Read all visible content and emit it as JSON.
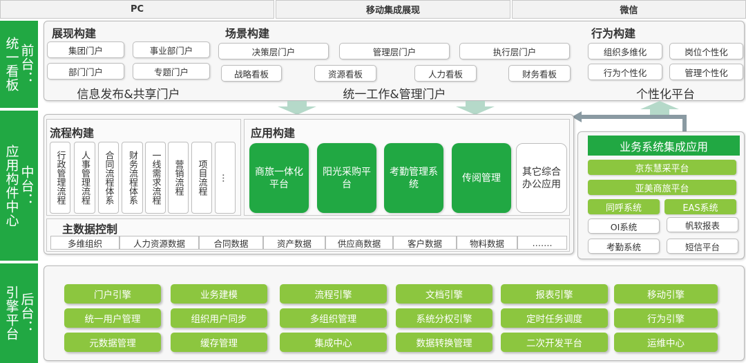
{
  "tabs": [
    "PC",
    "移动集成展现",
    "微信"
  ],
  "side": {
    "front": {
      "line1": "统一看板",
      "line2": "前台："
    },
    "middle": {
      "line1": "应用构件中心",
      "line2": "中台："
    },
    "back": {
      "line1": "引擎平台",
      "line2": "后台："
    }
  },
  "front": {
    "display": {
      "title": "展现构建",
      "items": [
        "集团门户",
        "事业部门户",
        "部门门户",
        "专题门户"
      ],
      "footer": "信息发布&共享门户"
    },
    "scene": {
      "title": "场景构建",
      "row1": [
        "决策层门户",
        "管理层门户",
        "执行层门户"
      ],
      "row2": [
        "战略看板",
        "资源看板",
        "人力看板",
        "财务看板"
      ],
      "footer": "统一工作&管理门户"
    },
    "behavior": {
      "title": "行为构建",
      "items": [
        "组织多维化",
        "岗位个性化",
        "行为个性化",
        "管理个性化"
      ],
      "footer": "个性化平台"
    }
  },
  "middle": {
    "process": {
      "title": "流程构建",
      "items": [
        "行政管理流程",
        "人事管理流程",
        "合同流程体系",
        "财务流程体系",
        "一线需求流程",
        "营销流程",
        "项目流程",
        "…"
      ]
    },
    "app": {
      "title": "应用构建",
      "items": [
        "商旅一体化平台",
        "阳光采购平台",
        "考勤管理系统",
        "传阅管理"
      ],
      "other": "其它综合办公应用"
    },
    "master": {
      "title": "主数据控制",
      "items": [
        "多维组织",
        "人力资源数据",
        "合同数据",
        "资产数据",
        "供应商数据",
        "客户数据",
        "物料数据",
        "……."
      ]
    },
    "integration": {
      "title": "业务系统集成应用",
      "wide": [
        "京东慧采平台",
        "亚美商旅平台"
      ],
      "pairs": [
        [
          "同呼系统",
          "EAS系统"
        ],
        [
          "OI系统",
          "帆软报表"
        ],
        [
          "考勤系统",
          "短信平台"
        ]
      ]
    }
  },
  "back": {
    "rows": [
      [
        "门户引擎",
        "业务建模",
        "流程引擎",
        "文档引擎",
        "报表引擎",
        "移动引擎"
      ],
      [
        "统一用户管理",
        "组织用户同步",
        "多组织管理",
        "系统分权引擎",
        "定时任务调度",
        "行为引擎"
      ],
      [
        "元数据管理",
        "缓存管理",
        "集成中心",
        "数据转换管理",
        "二次开发平台",
        "运维中心"
      ]
    ]
  },
  "colors": {
    "green": "#21a843",
    "lightGreen": "#8cc63f",
    "arrow": "#b5d9c9"
  }
}
